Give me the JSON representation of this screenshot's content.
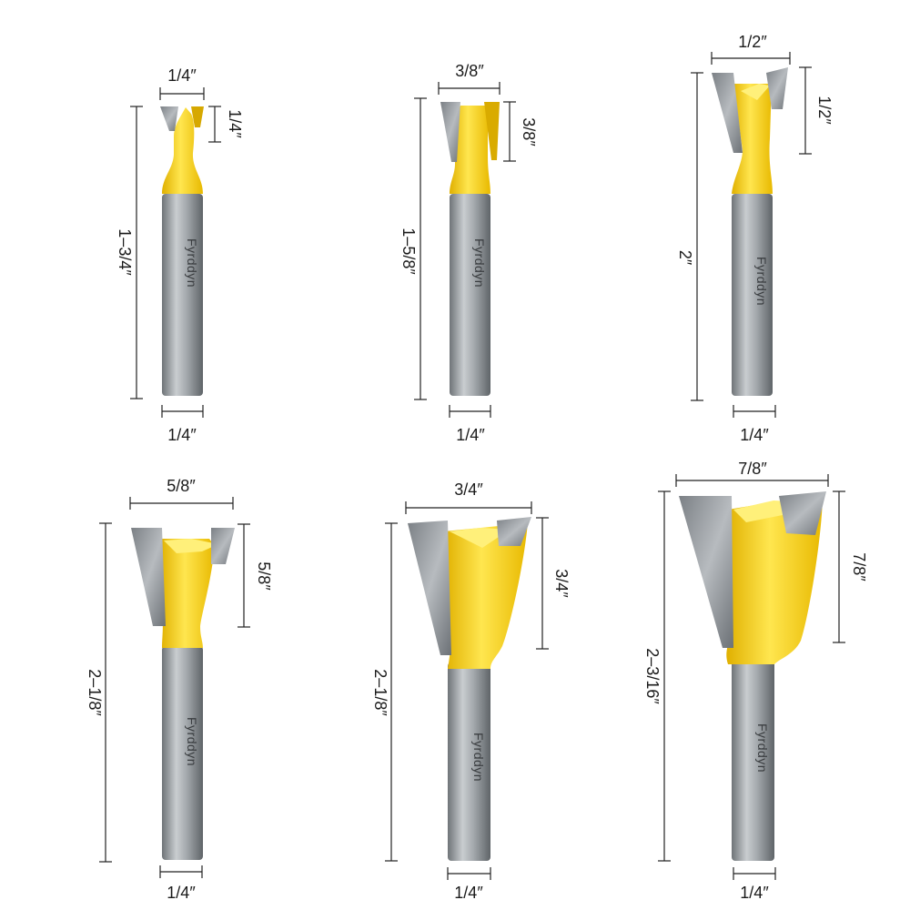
{
  "colors": {
    "cutter_yellow": "#f2c400",
    "cutter_yellow_light": "#ffe44d",
    "carbide_gray": "#8e9398",
    "shank_gray": "#9da2a6",
    "line": "#222222"
  },
  "brand": "Fyrddyn",
  "bits": [
    {
      "id": "bit-1",
      "cut_width": "1/4″",
      "cut_height": "1/4″",
      "overall_length": "1–3/4″",
      "shank": "1/4″",
      "brand": "Fyrddyn"
    },
    {
      "id": "bit-2",
      "cut_width": "3/8″",
      "cut_height": "3/8″",
      "overall_length": "1–5/8″",
      "shank": "1/4″",
      "brand": "Fyrddyn"
    },
    {
      "id": "bit-3",
      "cut_width": "1/2″",
      "cut_height": "1/2″",
      "overall_length": "2″",
      "shank": "1/4″",
      "brand": "Fyrddyn"
    },
    {
      "id": "bit-4",
      "cut_width": "5/8″",
      "cut_height": "5/8″",
      "overall_length": "2–1/8″",
      "shank": "1/4″",
      "brand": "Fyrddyn"
    },
    {
      "id": "bit-5",
      "cut_width": "3/4″",
      "cut_height": "3/4″",
      "overall_length": "2–1/8″",
      "shank": "1/4″",
      "brand": "Fyrddyn"
    },
    {
      "id": "bit-6",
      "cut_width": "7/8″",
      "cut_height": "7/8″",
      "overall_length": "2–3/16″",
      "shank": "1/4″",
      "brand": "Fyrddyn"
    }
  ]
}
